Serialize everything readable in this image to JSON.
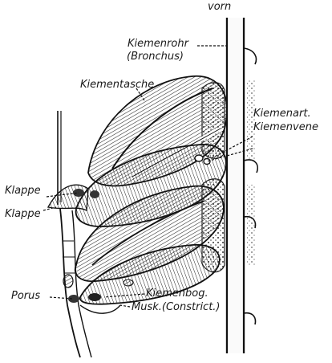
{
  "labels": {
    "vorn": "vorn",
    "kiemenrohr": "Kiemenrohr",
    "bronchus": "(Bronchus)",
    "kiementasche": "Kiementasche",
    "kiemenart": "Kiemenart.",
    "kiemenvene": "Kiemenvene",
    "klappe_upper": "Klappe",
    "klappe_lower": "Klappe",
    "porus": "Porus",
    "kiemenbog": "Kiemenbog.",
    "musk": "Musk.(Constrict.)"
  }
}
